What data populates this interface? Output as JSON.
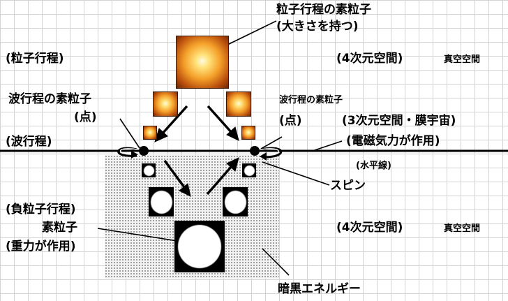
{
  "labels": {
    "particle_top": "粒子行程の素粒子",
    "particle_top_sub": "(大きさを持つ)",
    "particle_path": "(粒子行程)",
    "space_4d_top": "(4次元空間)",
    "vacuum_top": "真空空間",
    "wave_left": "波行程の素粒子",
    "wave_left_point": "(点)",
    "wave_right": "波行程の素粒子",
    "wave_right_point": "(点)",
    "space_3d": "(3次元空間・膜宇宙)",
    "wave_path": "(波行程)",
    "em_force": "(電磁気力が作用)",
    "horizon": "(水平線)",
    "spin": "スピン",
    "neg_path": "(負粒子行程)",
    "elementary": "素粒子",
    "gravity": "(重力が作用)",
    "space_4d_bottom": "(4次元空間)",
    "vacuum_bottom": "真空空間",
    "dark_energy": "暗黒エネルギー"
  },
  "colors": {
    "particle_glow": "#f5a02a",
    "antiparticle_bg": "#000000",
    "antiparticle_fg": "#ffffff",
    "dark_energy_dots": "#8a8a8a",
    "grid": "#d3d3d3"
  }
}
